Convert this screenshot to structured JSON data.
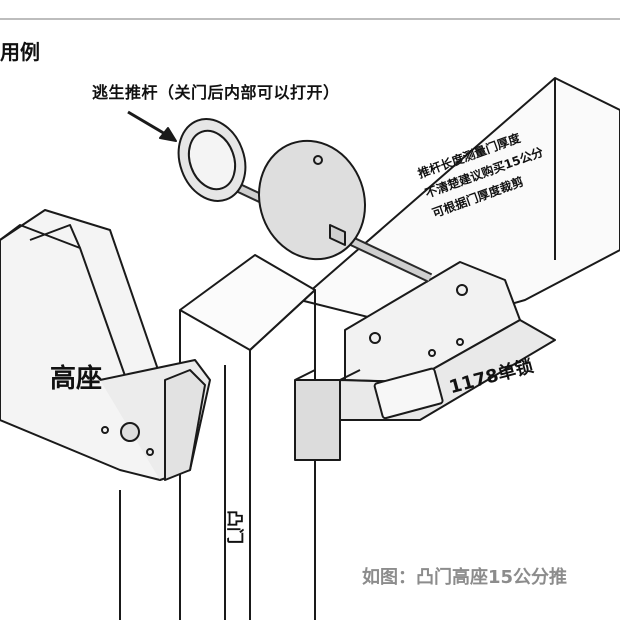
{
  "section_title": "用例",
  "labels": {
    "escape_rod": "逃生推杆（关门后内部可以打开）",
    "high_base": "高座",
    "lock_model": "1178单锁",
    "door_type": "凸门"
  },
  "note_lines": [
    "推杆长度测量门厚度",
    "不清楚建议购买15公分",
    "可根据门厚度裁剪"
  ],
  "caption": "如图：凸门高座15公分推"
}
